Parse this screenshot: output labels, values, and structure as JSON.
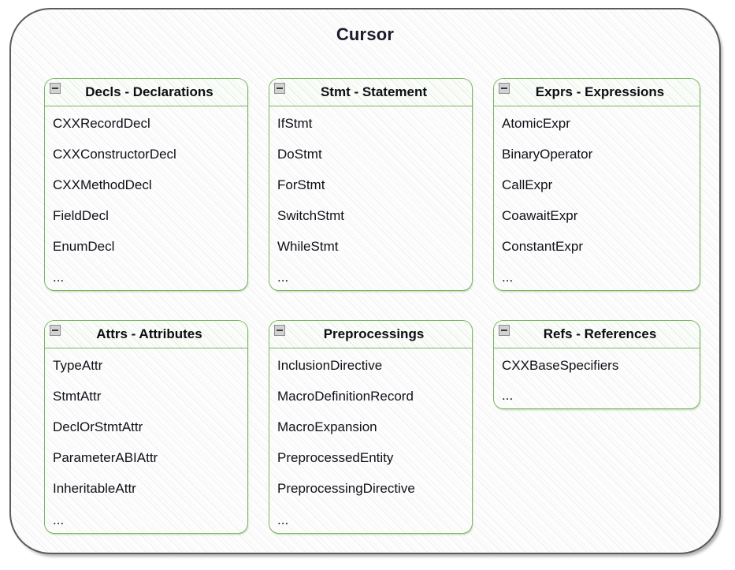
{
  "diagram": {
    "title": "Cursor",
    "collapse_icon": "minus-square-icon",
    "ellipsis": "...",
    "accent_color": "#7cb464",
    "frame_border_color": "#5a5a5a",
    "title_color": "#1b1b2b",
    "packages": [
      {
        "id": "decls",
        "title": "Decls - Declarations",
        "items": [
          "CXXRecordDecl",
          "CXXConstructorDecl",
          "CXXMethodDecl",
          "FieldDecl",
          "EnumDecl"
        ],
        "more": "..."
      },
      {
        "id": "stmt",
        "title": "Stmt - Statement",
        "items": [
          "IfStmt",
          "DoStmt",
          "ForStmt",
          "SwitchStmt",
          "WhileStmt"
        ],
        "more": "..."
      },
      {
        "id": "exprs",
        "title": "Exprs - Expressions",
        "items": [
          "AtomicExpr",
          "BinaryOperator",
          "CallExpr",
          "CoawaitExpr",
          "ConstantExpr"
        ],
        "more": "..."
      },
      {
        "id": "attrs",
        "title": "Attrs - Attributes",
        "items": [
          "TypeAttr",
          "StmtAttr",
          "DeclOrStmtAttr",
          "ParameterABIAttr",
          "InheritableAttr"
        ],
        "more": "..."
      },
      {
        "id": "preprocessings",
        "title": "Preprocessings",
        "items": [
          "InclusionDirective",
          "MacroDefinitionRecord",
          "MacroExpansion",
          "PreprocessedEntity",
          "PreprocessingDirective"
        ],
        "more": "..."
      },
      {
        "id": "refs",
        "title": "Refs - References",
        "items": [
          "CXXBaseSpecifiers"
        ],
        "more": "..."
      }
    ]
  }
}
